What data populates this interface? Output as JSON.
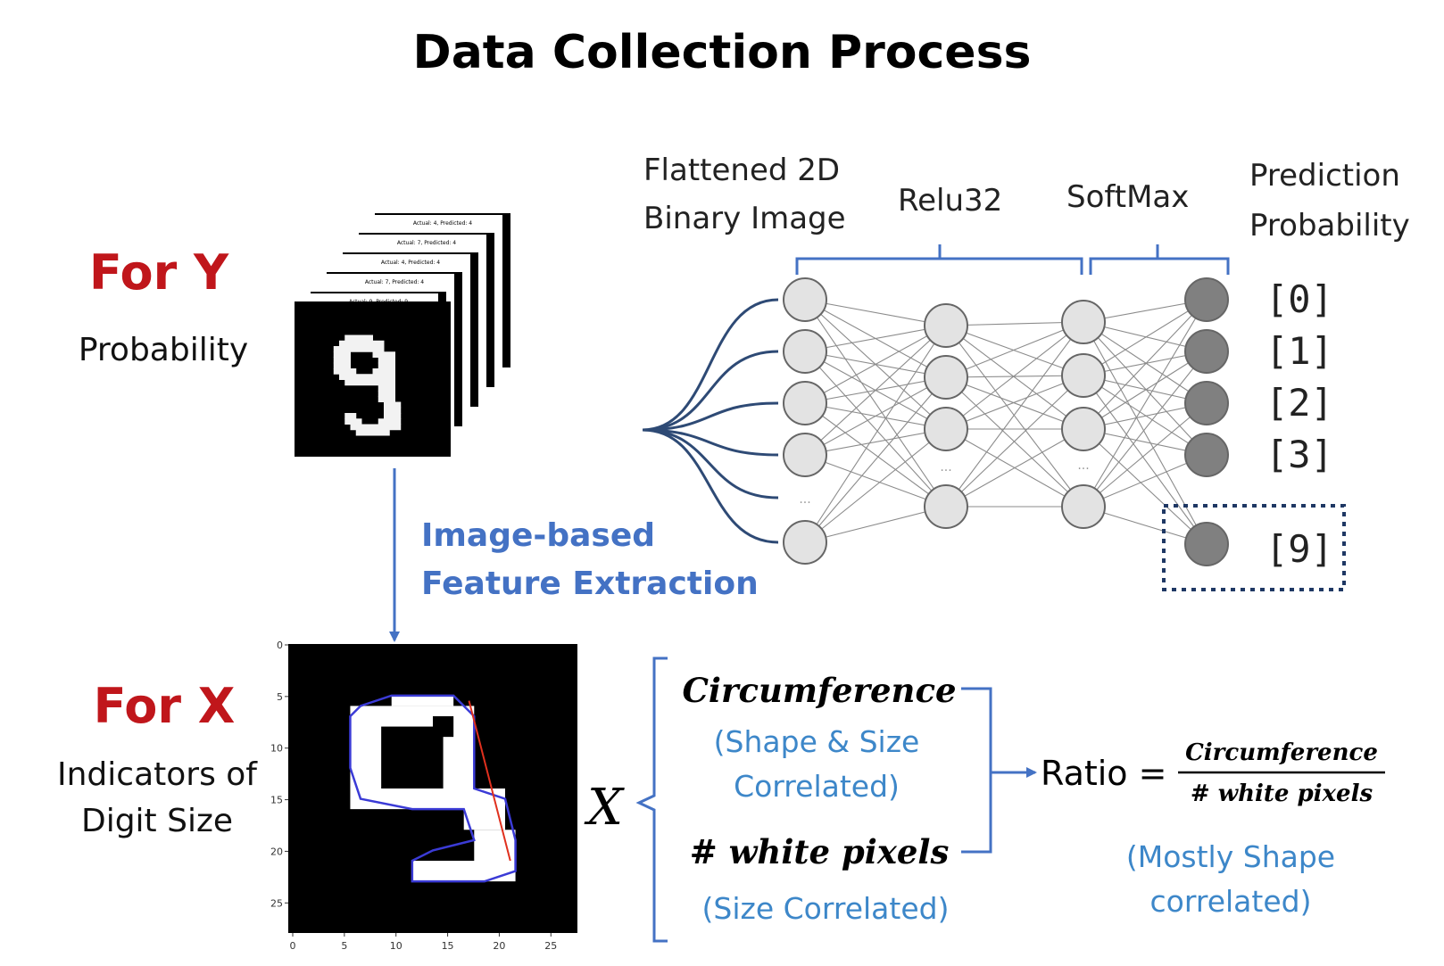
{
  "title": "Data Collection Process",
  "colors": {
    "red": "#c0161b",
    "blue": "#4472c4",
    "lightblue": "#3d87c9",
    "node_light": "#e3e3e3",
    "node_dark": "#808080"
  },
  "for_y": {
    "heading": "For Y",
    "subtitle": "Probability"
  },
  "for_x": {
    "heading": "For X",
    "subtitle_line1": "Indicators of",
    "subtitle_line2": "Digit Size"
  },
  "image_stack": {
    "captions": [
      "Actual: 4, Predicted: 4",
      "Actual: 7, Predicted: 4",
      "Actual: 4, Predicted: 4",
      "Actual: 7, Predicted: 4",
      "Actual: 9, Predicted: 9"
    ]
  },
  "extraction": {
    "line1": "Image-based",
    "line2": "Feature Extraction"
  },
  "network": {
    "input_label_line1": "Flattened 2D",
    "input_label_line2": "Binary Image",
    "hidden1_label": "Relu32",
    "hidden2_label": "SoftMax",
    "output_label_line1": "Prediction",
    "output_label_line2": "Probability",
    "ellipsis": "...",
    "classes": [
      "[0]",
      "[1]",
      "[2]",
      "[3]",
      "[9]"
    ]
  },
  "contour_plot": {
    "y_ticks": [
      "0",
      "5",
      "10",
      "15",
      "20",
      "25"
    ],
    "x_ticks": [
      "0",
      "5",
      "10",
      "15",
      "20",
      "25"
    ]
  },
  "features": {
    "x_symbol": "X",
    "circumference": "Circumference",
    "circumference_note_line1": "(Shape & Size",
    "circumference_note_line2": "Correlated)",
    "white_pixels": "# white pixels",
    "white_pixels_note": "(Size Correlated)"
  },
  "ratio": {
    "label": "Ratio =",
    "numerator": "Circumference",
    "denominator": "# white pixels",
    "note_line1": "(Mostly Shape",
    "note_line2": "correlated)"
  }
}
